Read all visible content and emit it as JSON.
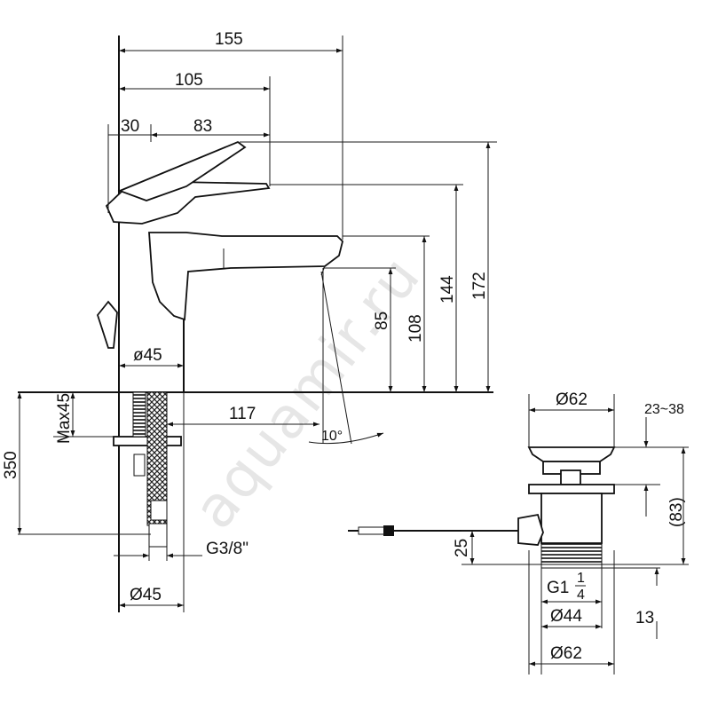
{
  "drawing": {
    "watermark": "aquamir.ru",
    "mixer": {
      "dim_total_length": "155",
      "dim_body_to_lever": "105",
      "dim_30": "30",
      "dim_83": "83",
      "dim_height_172": "172",
      "dim_height_144": "144",
      "dim_height_108": "108",
      "dim_height_85": "85",
      "dim_base_dia": "ø45",
      "dim_reach_117": "117",
      "dim_angle": "10°",
      "dim_max45": "Max45",
      "dim_hose_350": "350",
      "dim_thread": "G3/8\"",
      "dim_bottom_dia": "Ø45"
    },
    "waste": {
      "dim_cap_dia": "Ø62",
      "dim_range": "23~38",
      "dim_height_83": "(83)",
      "dim_25": "25",
      "dim_thread": "G1",
      "dim_thread_num": "1",
      "dim_thread_den": "4",
      "dim_44": "Ø44",
      "dim_13": "13",
      "dim_bottom_dia": "Ø62"
    }
  }
}
